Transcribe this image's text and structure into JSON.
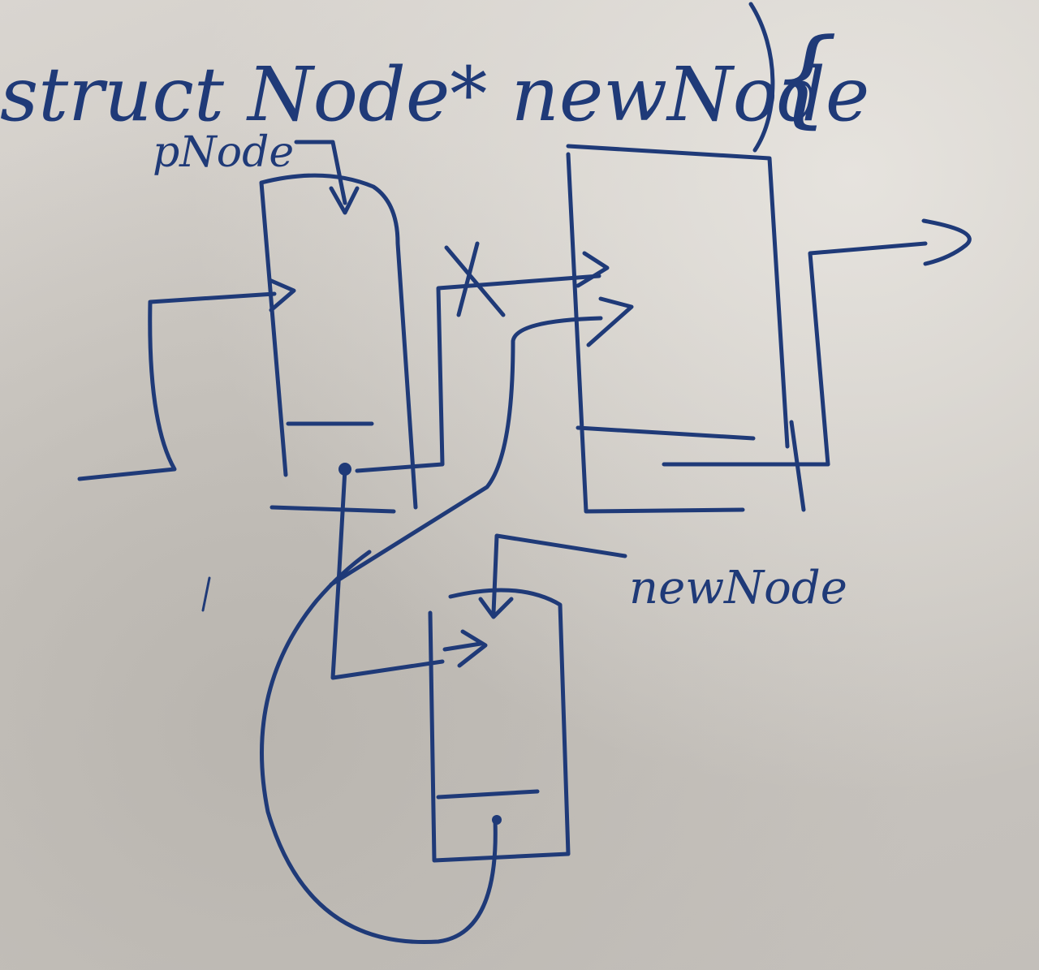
{
  "board": {
    "signature_text": "struct Node* newNode",
    "open_brace": "{",
    "labels": {
      "pnode": "pNode",
      "newnode": "newNode",
      "cross": "X"
    }
  },
  "colors": {
    "ink": "#1f3a78",
    "whiteboard": "#cbc7c1"
  }
}
